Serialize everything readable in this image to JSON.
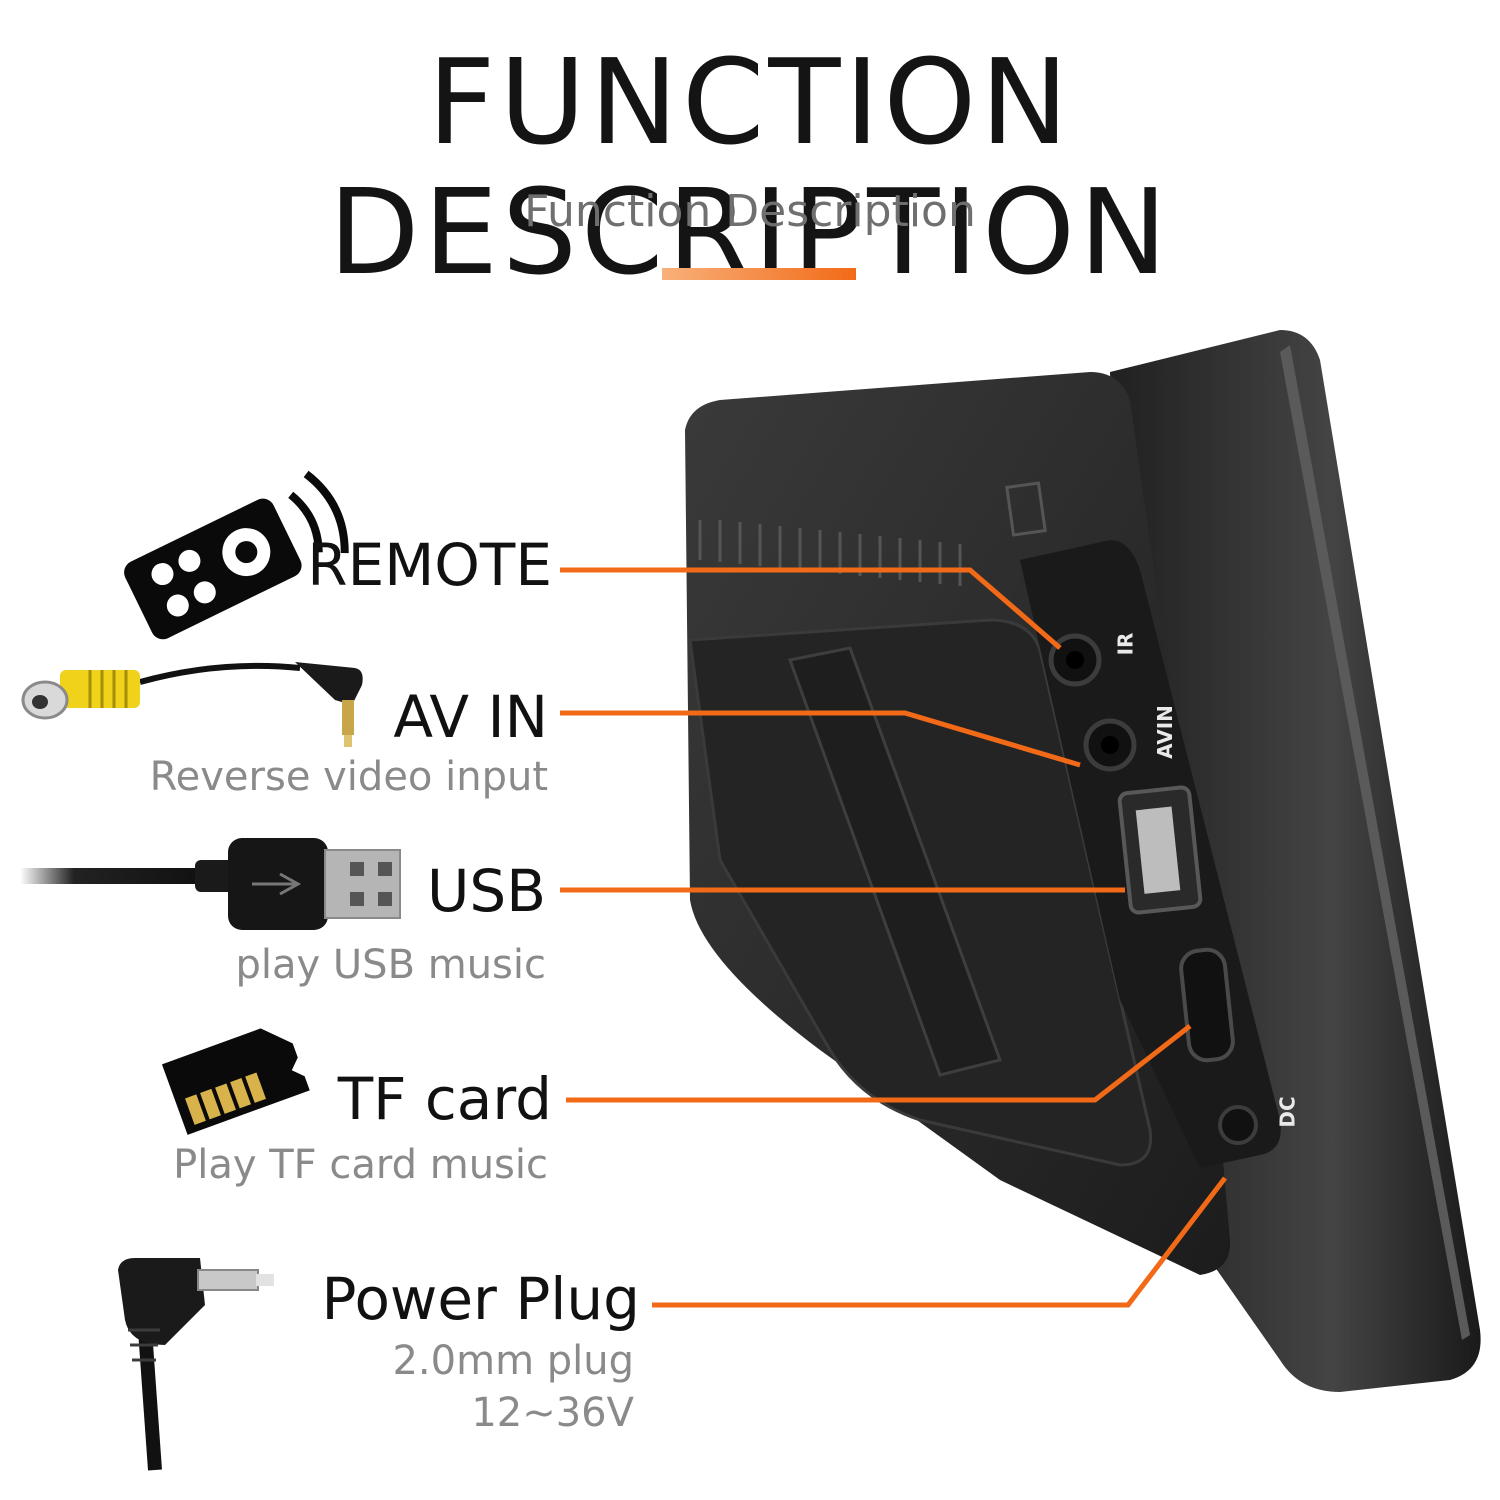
{
  "header": {
    "title": "FUNCTION DESCRIPTION",
    "subtitle": "Function Description"
  },
  "colors": {
    "accent": "#f26a17",
    "device": "#2b2b2b",
    "text": "#111111",
    "muted": "#8a8a8a"
  },
  "features": {
    "remote": {
      "label": "REMOTE",
      "icon": "remote-control-icon"
    },
    "avin": {
      "label": "AV IN",
      "desc": "Reverse video input",
      "icon": "rca-cable-icon"
    },
    "usb": {
      "label": "USB",
      "desc": "play USB music",
      "icon": "usb-cable-icon"
    },
    "tf": {
      "label": "TF card",
      "desc": "Play TF card music",
      "icon": "sd-card-icon"
    },
    "power": {
      "label": "Power Plug",
      "desc1": "2.0mm plug",
      "desc2": "12~36V",
      "icon": "power-plug-icon"
    }
  },
  "ports": {
    "ir": "IR",
    "avin": "AVIN",
    "dc": "DC"
  }
}
